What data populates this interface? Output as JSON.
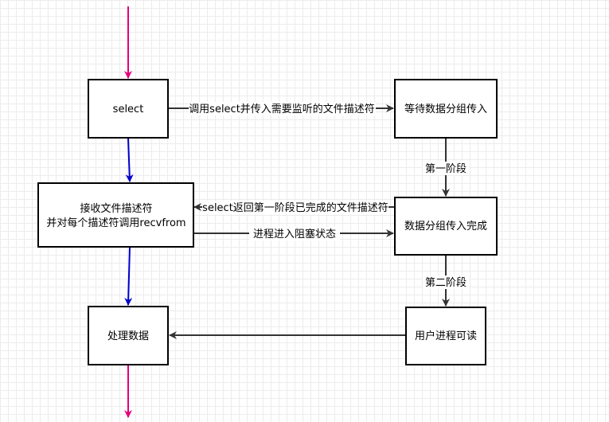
{
  "nodes": {
    "select": "select",
    "wait_packet": "等待数据分组传入",
    "receive_line1": "接收文件描述符",
    "receive_line2": "并对每个描述符调用recvfrom",
    "packet_done": "数据分组传入完成",
    "process_data": "处理数据",
    "user_readable": "用户进程可读"
  },
  "edges": {
    "call_select": "调用select并传入需要监听的文件描述符",
    "stage_one": "第一阶段",
    "select_return": "select返回第一阶段已完成的文件描述符",
    "process_blocked": "进程进入阻塞状态",
    "stage_two": "第二阶段"
  },
  "colors": {
    "entry_exit_arrow": "#e6007a",
    "main_flow_arrow": "#0000cc",
    "kernel_arrow": "#333333"
  }
}
